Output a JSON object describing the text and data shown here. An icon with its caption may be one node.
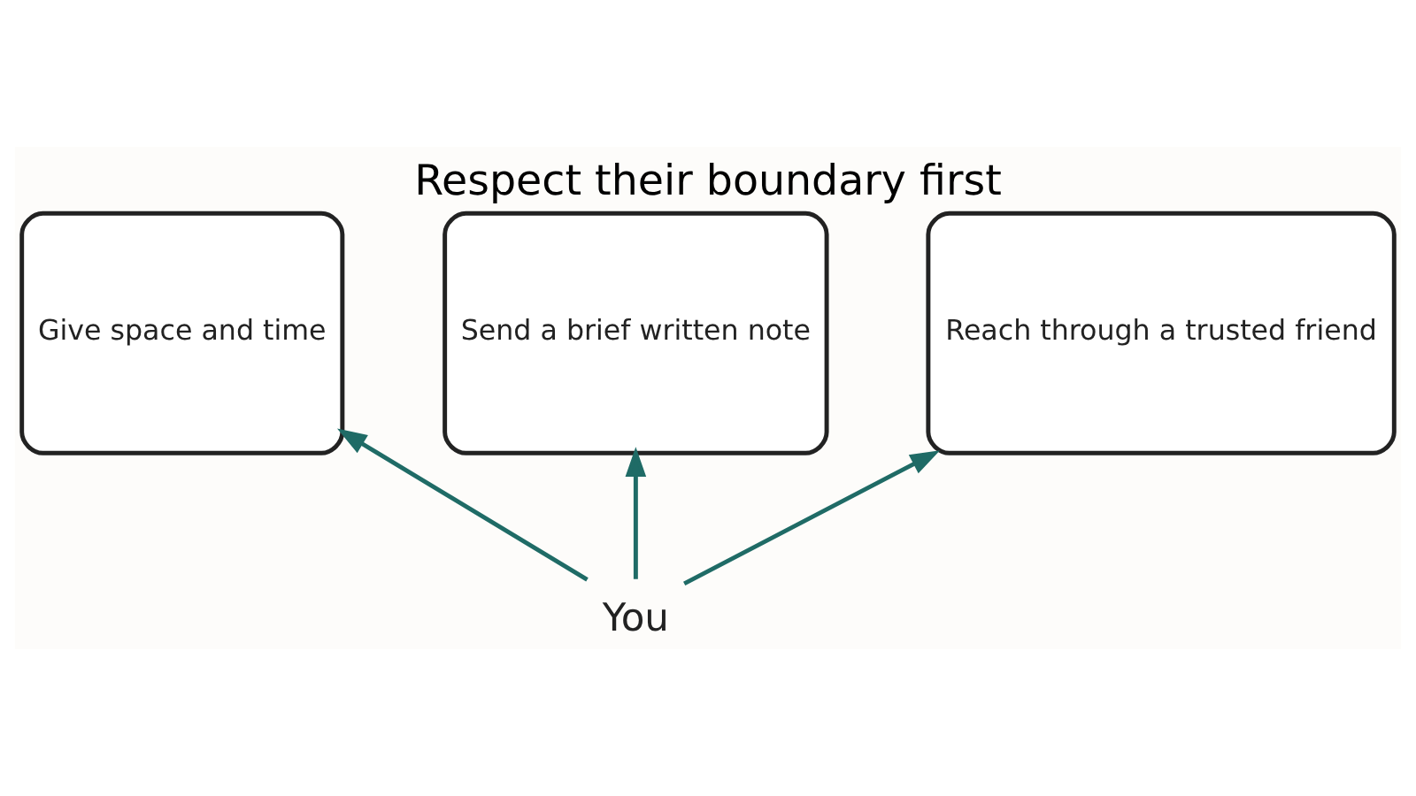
{
  "diagram": {
    "title": "Respect their boundary first",
    "nodes": [
      {
        "text": [
          "Give space and time"
        ]
      },
      {
        "text": [
          "Send a brief written note"
        ]
      },
      {
        "text": [
          "Reach through a trusted friend"
        ]
      },
      {
        "text": [
          "You"
        ]
      }
    ],
    "edges": [
      {
        "from": 3,
        "to": 0,
        "arrow": "to"
      },
      {
        "from": 3,
        "to": 1,
        "arrow": "to"
      },
      {
        "from": 3,
        "to": 2,
        "arrow": "to"
      }
    ]
  }
}
